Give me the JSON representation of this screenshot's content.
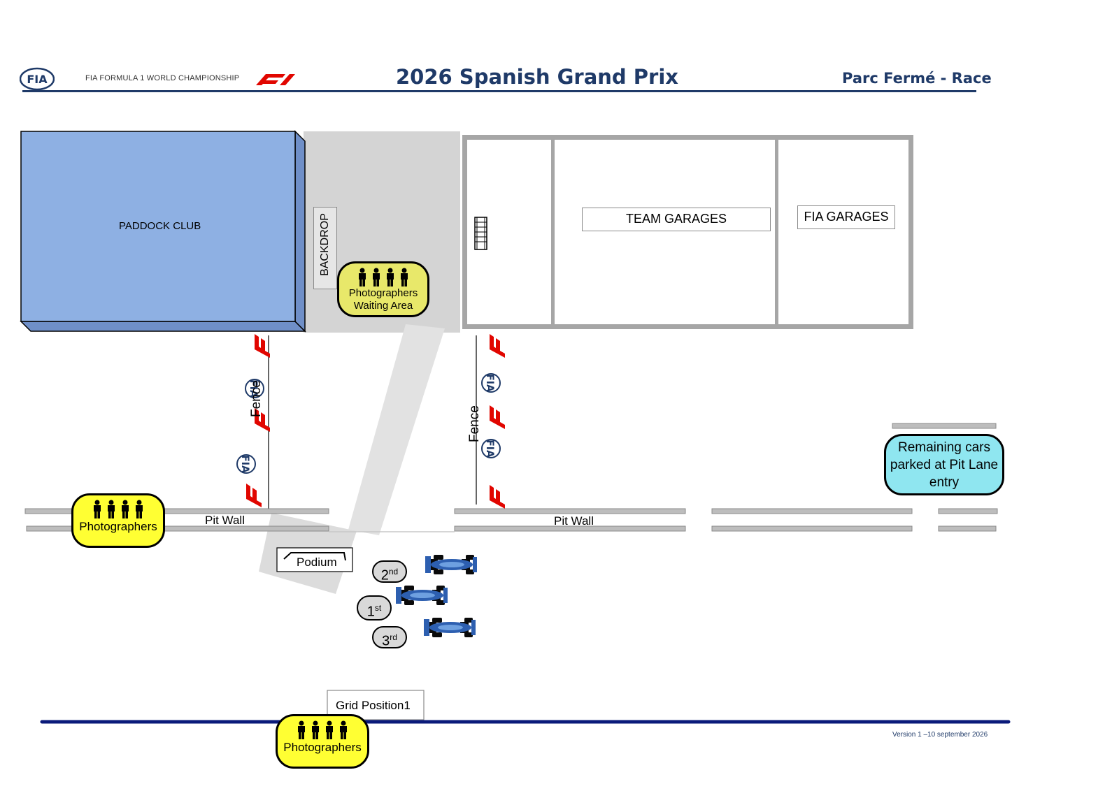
{
  "header": {
    "championship": "FIA FORMULA 1 WORLD CHAMPIONSHIP",
    "title": "2026 Spanish Grand Prix",
    "subtitle": "Parc Fermé - Race",
    "fia_logo_text": "FIA"
  },
  "areas": {
    "paddock_club": "PADDOCK CLUB",
    "backdrop": "BACKDROP",
    "team_garages": "TEAM GARAGES",
    "fia_garages": "FIA GARAGES",
    "pit_wall_left": "Pit Wall",
    "pit_wall_right": "Pit Wall",
    "fence_left": "Fence",
    "fence_right": "Fence",
    "podium": "Podium",
    "grid_position": "Grid Position1"
  },
  "zones": {
    "photographers_waiting": {
      "line1": "Photographers",
      "line2": "Waiting Area"
    },
    "photographers_left": "Photographers",
    "photographers_bottom": "Photographers",
    "remaining_cars": {
      "line1": "Remaining cars",
      "line2": "parked at Pit Lane",
      "line3": "entry"
    }
  },
  "positions": {
    "first": {
      "num": "1",
      "suffix": "st"
    },
    "second": {
      "num": "2",
      "suffix": "nd"
    },
    "third": {
      "num": "3",
      "suffix": "rd"
    }
  },
  "colors": {
    "navy": "#1f3a68",
    "line_blue": "#0a1a7a",
    "paddock_blue": "#8eb0e3",
    "yellow": "#ffff33",
    "cyan": "#8fe6f0",
    "f1_red": "#e10600"
  },
  "footer": {
    "version": "Version 1 –10 september 2026"
  }
}
